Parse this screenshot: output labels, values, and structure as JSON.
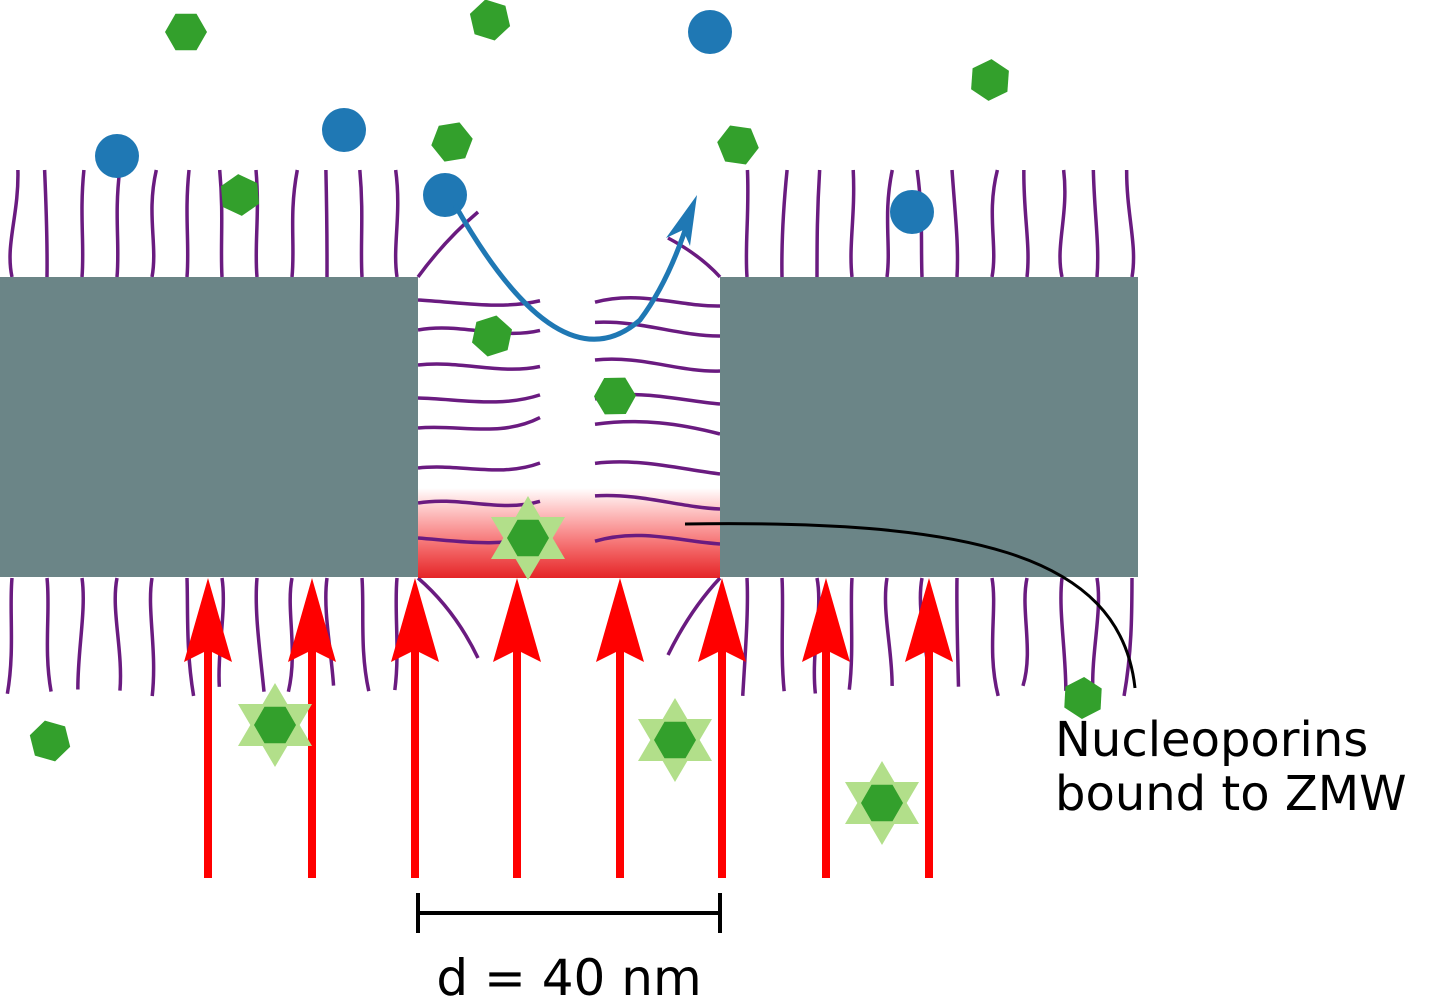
{
  "labels": {
    "nucleoporin_line1": "Nucleoporins",
    "nucleoporin_line2": "bound to ZMW",
    "scale": "d = 40 nm"
  },
  "colors": {
    "membrane": "#6b8587",
    "nucleoporin": "#6a1b80",
    "cargo_hexagon": "#33a02c",
    "fluorescent_star_outer": "#b2df8a",
    "inert_particle": "#1f78b4",
    "illumination_arrow": "#ff0000"
  },
  "icons": [
    "hexagon-molecule",
    "blue-circle-particle",
    "six-point-star-fluorescent",
    "red-up-arrow"
  ]
}
